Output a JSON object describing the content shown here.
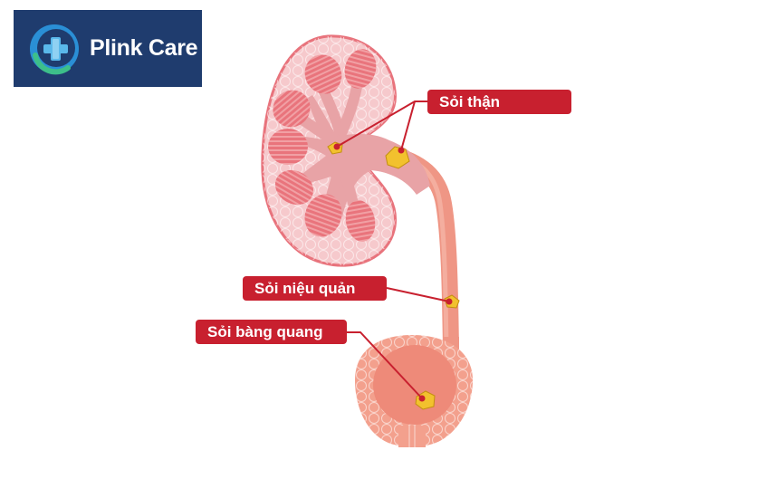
{
  "brand": {
    "name": "Plink Care",
    "logo_icon": "medical-cross-circle-icon",
    "colors": {
      "background": "#1f3c6e",
      "ring": "#2a8fd6",
      "accent": "#3dbf8a"
    }
  },
  "labels": {
    "kidney_stone": "Sỏi thận",
    "ureter_stone": "Sỏi niệu quản",
    "bladder_stone": "Sỏi bàng quang"
  },
  "colors": {
    "label_bg": "#c8202f",
    "kidney": "#f6c9cc",
    "pyramid": "#e9747c",
    "ureter": "#ef9685",
    "bladder": "#f3a08d",
    "stone": "#f2c12e"
  }
}
